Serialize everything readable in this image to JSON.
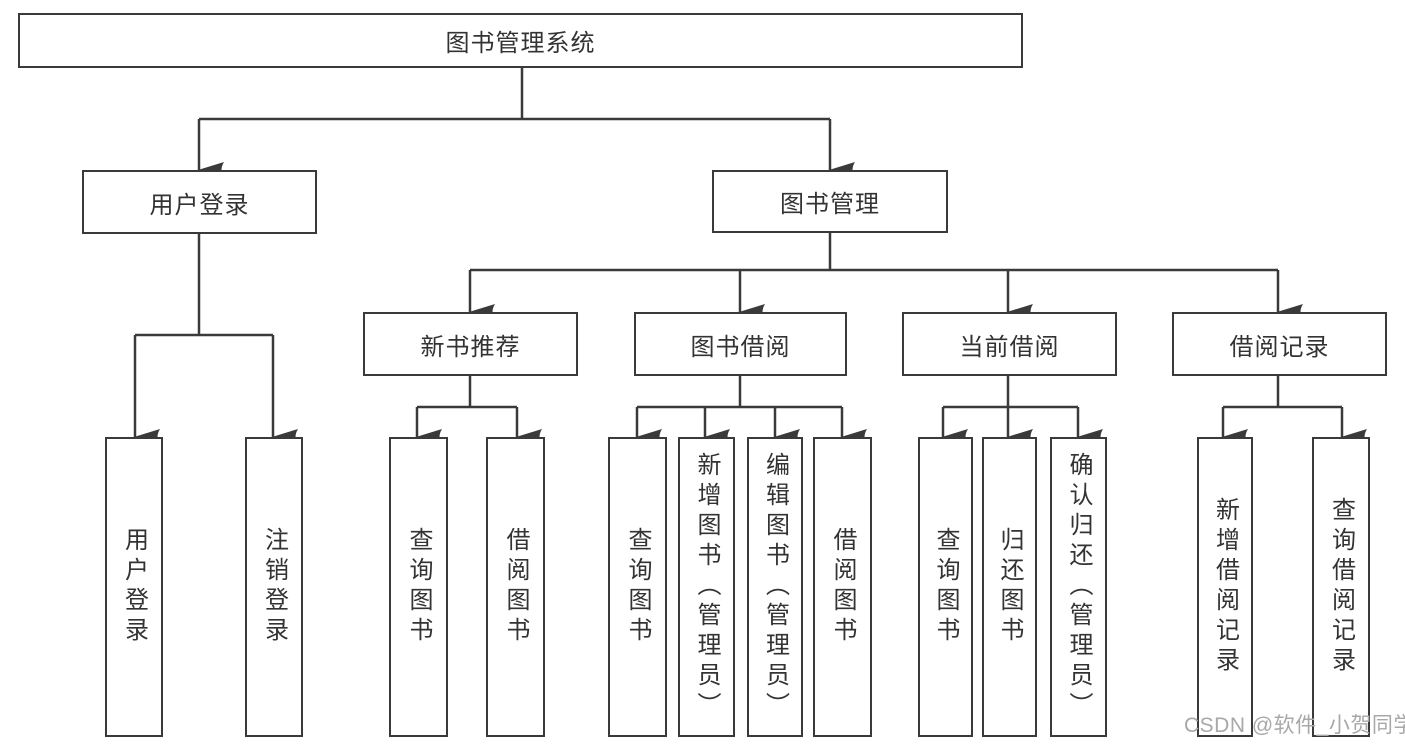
{
  "root": {
    "label": "图书管理系统"
  },
  "user": {
    "label": "用户登录",
    "children": [
      {
        "label": "用户登录"
      },
      {
        "label": "注销登录"
      }
    ]
  },
  "mgmt": {
    "label": "图书管理",
    "sections": [
      {
        "label": "新书推荐",
        "children": [
          {
            "label": "查询图书"
          },
          {
            "label": "借阅图书"
          }
        ]
      },
      {
        "label": "图书借阅",
        "children": [
          {
            "label": "查询图书"
          },
          {
            "label": "新增图书（管理员）"
          },
          {
            "label": "编辑图书（管理员）"
          },
          {
            "label": "借阅图书"
          }
        ]
      },
      {
        "label": "当前借阅",
        "children": [
          {
            "label": "查询图书"
          },
          {
            "label": "归还图书"
          },
          {
            "label": "确认归还（管理员）"
          }
        ]
      },
      {
        "label": "借阅记录",
        "children": [
          {
            "label": "新增借阅记录"
          },
          {
            "label": "查询借阅记录"
          }
        ]
      }
    ]
  },
  "watermark": {
    "text": "CSDN @软件_小贺同学"
  },
  "colors": {
    "line": "#3a3a3a",
    "text": "#333333",
    "watermark": "#a8a8a8",
    "background": "#ffffff"
  }
}
